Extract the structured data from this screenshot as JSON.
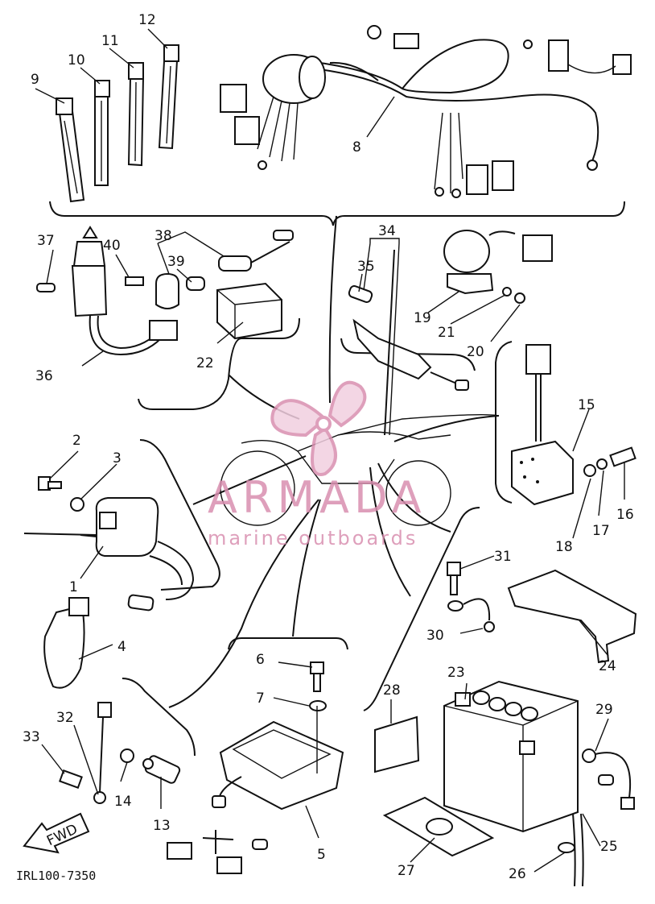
{
  "diagram": {
    "part_labels": [
      {
        "id": "p1",
        "text": "1"
      },
      {
        "id": "p2",
        "text": "2"
      },
      {
        "id": "p3",
        "text": "3"
      },
      {
        "id": "p4",
        "text": "4"
      },
      {
        "id": "p5",
        "text": "5"
      },
      {
        "id": "p6",
        "text": "6"
      },
      {
        "id": "p7",
        "text": "7"
      },
      {
        "id": "p8",
        "text": "8"
      },
      {
        "id": "p9",
        "text": "9"
      },
      {
        "id": "p10",
        "text": "10"
      },
      {
        "id": "p11",
        "text": "11"
      },
      {
        "id": "p12",
        "text": "12"
      },
      {
        "id": "p13",
        "text": "13"
      },
      {
        "id": "p14",
        "text": "14"
      },
      {
        "id": "p15",
        "text": "15"
      },
      {
        "id": "p16",
        "text": "16"
      },
      {
        "id": "p17",
        "text": "17"
      },
      {
        "id": "p18",
        "text": "18"
      },
      {
        "id": "p19",
        "text": "19"
      },
      {
        "id": "p20",
        "text": "20"
      },
      {
        "id": "p21",
        "text": "21"
      },
      {
        "id": "p22",
        "text": "22"
      },
      {
        "id": "p23",
        "text": "23"
      },
      {
        "id": "p24",
        "text": "24"
      },
      {
        "id": "p25",
        "text": "25"
      },
      {
        "id": "p26",
        "text": "26"
      },
      {
        "id": "p27",
        "text": "27"
      },
      {
        "id": "p28",
        "text": "28"
      },
      {
        "id": "p29",
        "text": "29"
      },
      {
        "id": "p30",
        "text": "30"
      },
      {
        "id": "p31",
        "text": "31"
      },
      {
        "id": "p32",
        "text": "32"
      },
      {
        "id": "p33",
        "text": "33"
      },
      {
        "id": "p34",
        "text": "34"
      },
      {
        "id": "p35",
        "text": "35"
      },
      {
        "id": "p36",
        "text": "36"
      },
      {
        "id": "p37",
        "text": "37"
      },
      {
        "id": "p38",
        "text": "38"
      },
      {
        "id": "p39",
        "text": "39"
      },
      {
        "id": "p40",
        "text": "40"
      }
    ],
    "drawing_code": "IRL100-7350",
    "fwd_label": "FWD"
  },
  "watermark": {
    "brand": "ARMADA",
    "tagline": "marine outboards",
    "color": "#d98fb0"
  }
}
